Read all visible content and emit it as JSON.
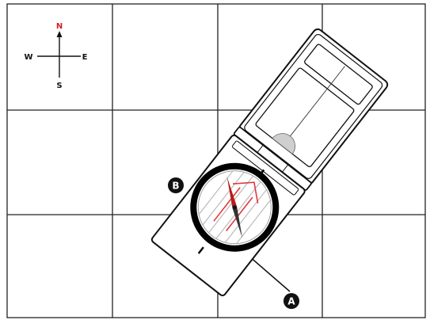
{
  "compass_rose": {
    "north": "N",
    "south": "S",
    "east": "E",
    "west": "W",
    "north_color": "#d62020"
  },
  "markers": {
    "a_label": "A",
    "b_label": "B"
  },
  "colors": {
    "grid": "#222222",
    "outline": "#111111",
    "dial_ring": "#000000",
    "needle_north": "#b81c1c",
    "needle_south": "#333333",
    "orienting_arrow": "#e0393e",
    "orienting_lines": "#f0a0a0",
    "dial_lines": "#bbbbbb",
    "lid_shade": "#e6e6e6",
    "sight_bump": "#cfcfcf"
  },
  "icons": {
    "compass_rose": "compass-rose-icon",
    "baseplate_compass": "baseplate-compass-icon",
    "point_marker": "point-marker-icon"
  }
}
